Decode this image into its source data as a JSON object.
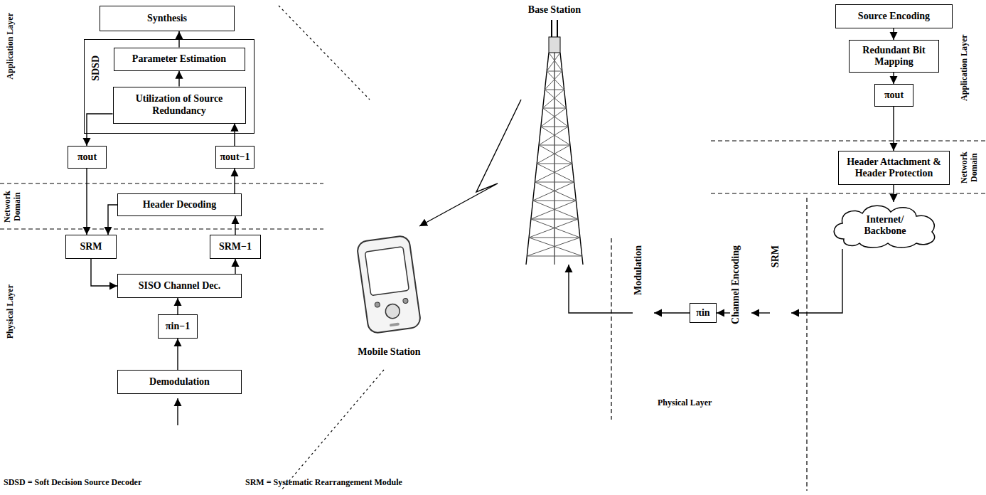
{
  "diagram": {
    "nodes": [
      {
        "text": [
          "Synthesis"
        ]
      },
      {
        "text": [
          "SDSD"
        ]
      },
      {
        "text": [
          "Parameter Estimation"
        ],
        "in": 1
      },
      {
        "text": [
          "Utilization of Source Redundancy"
        ],
        "in": 1
      },
      {
        "text": [
          "πout"
        ]
      },
      {
        "text": [
          "πout−1"
        ]
      },
      {
        "text": [
          "Header Decoding"
        ]
      },
      {
        "text": [
          "SRM"
        ]
      },
      {
        "text": [
          "SRM−1"
        ]
      },
      {
        "text": [
          "SISO Channel Dec."
        ]
      },
      {
        "text": [
          "πin−1"
        ]
      },
      {
        "text": [
          "Demodulation"
        ]
      },
      {
        "text": [
          "Mobile Station"
        ]
      },
      {
        "text": [
          "Base Station"
        ]
      },
      {
        "text": [
          "Source Encoding"
        ]
      },
      {
        "text": [
          "Redundant Bit Mapping"
        ]
      },
      {
        "text": [
          "πout"
        ]
      },
      {
        "text": [
          "Header Attachment & Header Protection"
        ]
      },
      {
        "text": [
          "Internet/ Backbone"
        ]
      },
      {
        "text": [
          "SRM"
        ]
      },
      {
        "text": [
          "Channel Encoding"
        ]
      },
      {
        "text": [
          "πin"
        ]
      },
      {
        "text": [
          "Modulation"
        ]
      }
    ],
    "edges": [
      {
        "from": 2,
        "to": 0,
        "arrow": "to"
      },
      {
        "from": 3,
        "to": 2,
        "arrow": "to"
      },
      {
        "from": 3,
        "to": 4,
        "arrow": "to"
      },
      {
        "from": 4,
        "to": 7,
        "arrow": "to"
      },
      {
        "from": 6,
        "to": 7,
        "arrow": "to"
      },
      {
        "from": 6,
        "to": 5,
        "arrow": "to"
      },
      {
        "from": 5,
        "to": 3,
        "arrow": "to"
      },
      {
        "from": 9,
        "to": 8,
        "arrow": "to"
      },
      {
        "from": 8,
        "to": 6,
        "arrow": "to"
      },
      {
        "from": 7,
        "to": 9,
        "arrow": "to"
      },
      {
        "from": 10,
        "to": 9,
        "arrow": "to"
      },
      {
        "from": 11,
        "to": 10,
        "arrow": "to"
      },
      {
        "from": 14,
        "to": 15,
        "arrow": "to"
      },
      {
        "from": 15,
        "to": 16,
        "arrow": "to"
      },
      {
        "from": 16,
        "to": 17,
        "arrow": "to"
      },
      {
        "from": 17,
        "to": 18,
        "arrow": "to"
      },
      {
        "from": 18,
        "to": 19,
        "arrow": "to"
      },
      {
        "from": 19,
        "to": 20,
        "arrow": "to"
      },
      {
        "from": 20,
        "to": 21,
        "arrow": "to"
      },
      {
        "from": 21,
        "to": 22,
        "arrow": "to"
      },
      {
        "from": 22,
        "to": 13,
        "arrow": "to"
      },
      {
        "from": 13,
        "to": 12,
        "arrow": "to"
      }
    ],
    "labels": [
      "Application Layer",
      "Network Domain",
      "Physical Layer",
      "Application Layer",
      "Network Domain",
      "Physical Layer",
      "SDSD = Soft Decision Source Decoder",
      "SRM = Systematic Rearrangement Module"
    ]
  }
}
